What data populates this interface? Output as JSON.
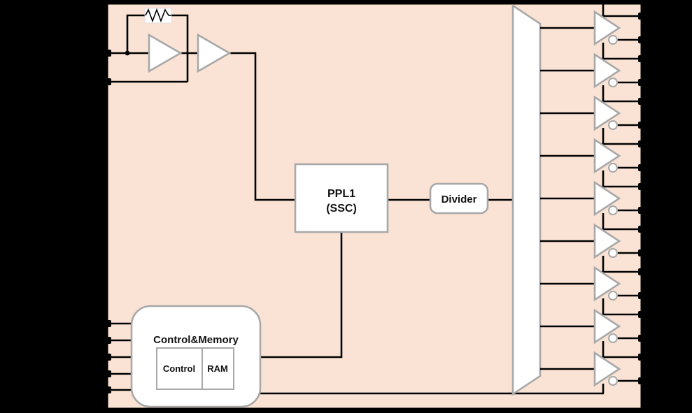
{
  "blocks": {
    "pll": {
      "line1": "PPL1",
      "line2": "(SSC)"
    },
    "divider": {
      "label": "Divider"
    },
    "control_memory": {
      "title": "Control&Memory",
      "control_label": "Control",
      "ram_label": "RAM"
    }
  },
  "buffers": {
    "count": 9
  },
  "pins": {
    "left_xtal": 2,
    "left_control": 5,
    "right_outputs": 18
  },
  "colors": {
    "chip_fill": "#FAE3D4",
    "frame": "#000000",
    "wire": "#000000",
    "block_fill": "#FFFFFF",
    "block_border": "#A8A8A8"
  }
}
